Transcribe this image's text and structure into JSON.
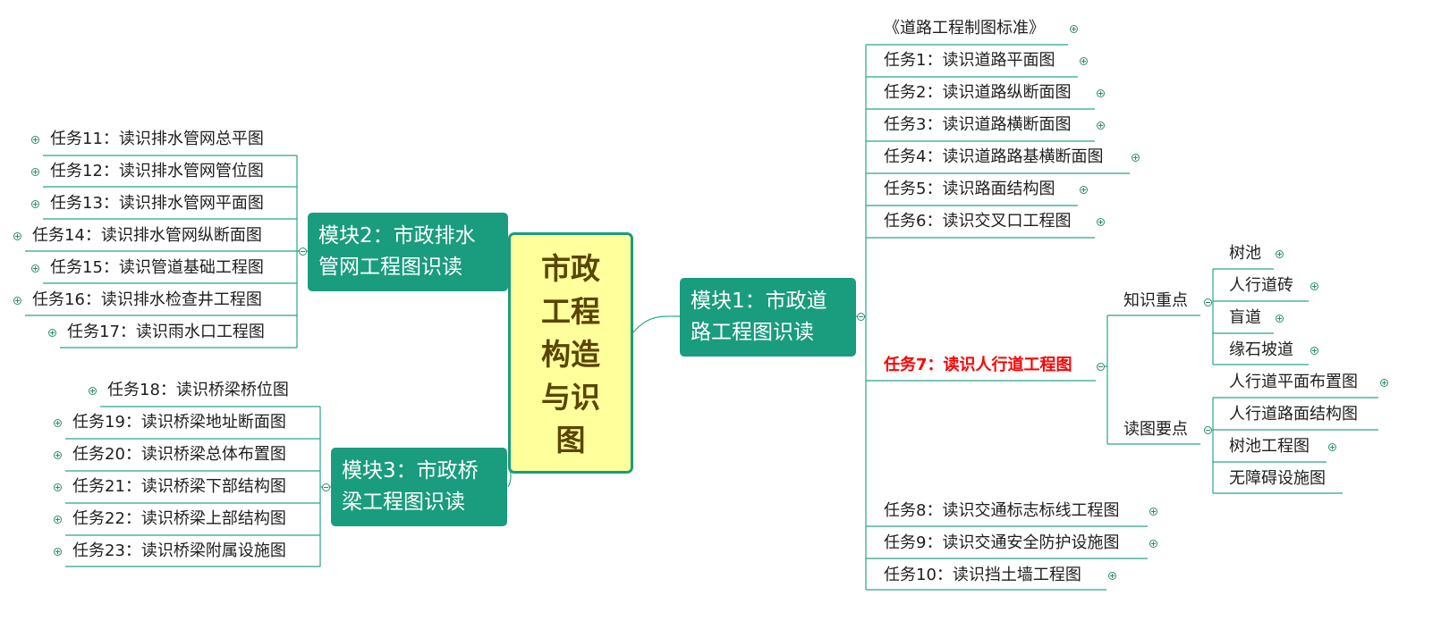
{
  "center": {
    "lines": [
      "市政",
      "工程",
      "构造",
      "与识",
      "图"
    ]
  },
  "module1": {
    "title_lines": [
      "模块1：市政道",
      "路工程图识读"
    ],
    "items": [
      "《道路工程制图标准》",
      "任务1：读识道路平面图",
      "任务2：读识道路纵断面图",
      "任务3：读识道路横断面图",
      "任务4：读识道路路基横断面图",
      "任务5：读识路面结构图",
      "任务6：读识交叉口工程图",
      "任务7：读识人行道工程图",
      "任务8：读识交通标志标线工程图",
      "任务9：读识交通安全防护设施图",
      "任务10：读识挡土墙工程图"
    ],
    "task7": {
      "knowledge_label": "知识重点",
      "knowledge_items": [
        "树池",
        "人行道砖",
        "盲道",
        "缘石坡道"
      ],
      "reading_label": "读图要点",
      "reading_items": [
        "人行道平面布置图",
        "人行道路面结构图",
        "树池工程图",
        "无障碍设施图"
      ]
    }
  },
  "module2": {
    "title_lines": [
      "模块2：市政排水",
      "管网工程图识读"
    ],
    "items": [
      "任务11：读识排水管网总平图",
      "任务12：读识排水管网管位图",
      "任务13：读识排水管网平面图",
      "任务14：读识排水管网纵断面图",
      "任务15：读识管道基础工程图",
      "任务16：读识排水检查井工程图",
      "任务17：读识雨水口工程图"
    ]
  },
  "module3": {
    "title_lines": [
      "模块3：市政桥",
      "梁工程图识读"
    ],
    "items": [
      "任务18：读识桥梁桥位图",
      "任务19：读识桥梁地址断面图",
      "任务20：读识桥梁总体布置图",
      "任务21：读识桥梁下部结构图",
      "任务22：读识桥梁上部结构图",
      "任务23：读识桥梁附属设施图"
    ]
  },
  "colors": {
    "accent": "#1a9c7e",
    "center_fill": "#ffff9c",
    "highlight": "#ff0000"
  }
}
